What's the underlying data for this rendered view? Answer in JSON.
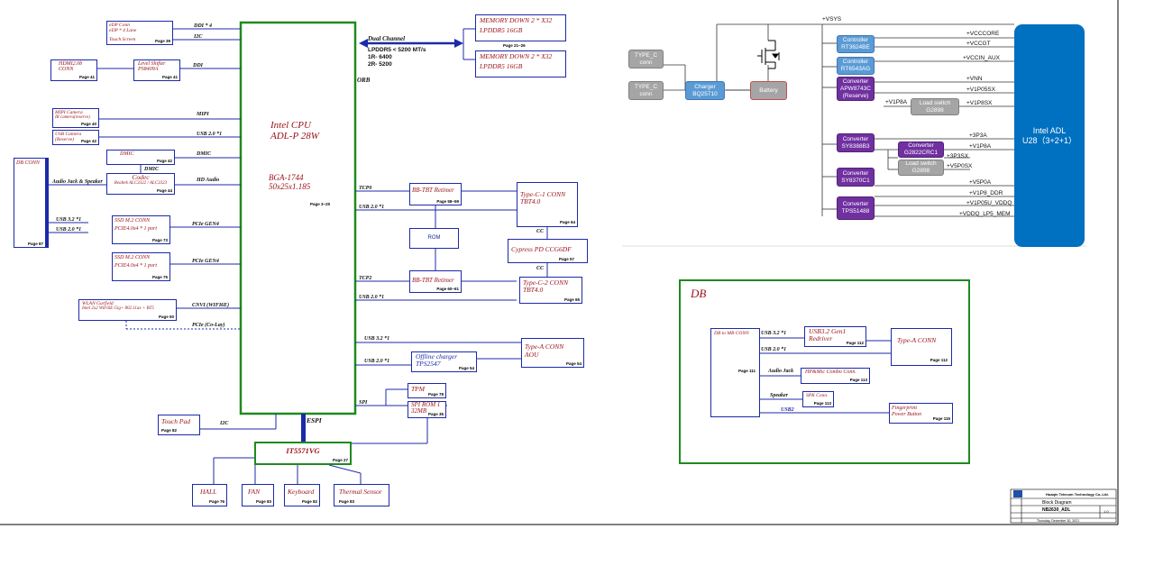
{
  "cpu": {
    "l1": "Intel CPU",
    "l2": "ADL-P 28W",
    "l3": "BGA-1744",
    "l4": "50x25x1.185",
    "page": "Page 3~20",
    "orb": "ORB"
  },
  "memory": {
    "mem1": {
      "l1": "MEMORY DOWN  2 * X32",
      "l2": "LPDDR5 16GB"
    },
    "mem2": {
      "l1": "MEMORY DOWN  2 * X32",
      "l2": "LPDDR5 16GB"
    },
    "page": "Page 21~26",
    "bus": "Dual Channel",
    "speed1": "LPDDR5 < 5200 MT/s",
    "speed2": "1R- 6400",
    "speed3": "2R- 5200"
  },
  "edp": {
    "l1": "eDP Conn",
    "l2": "eDP * 4 Lane",
    "l3": "Touch Screen",
    "page": "Page 39",
    "sig1": "DDI * 4",
    "sig2": "I2C"
  },
  "hdmi": {
    "l1": "HDMI2.0b",
    "l2": "CONN",
    "page": "Page 41"
  },
  "level": {
    "l1": "Level Shifter",
    "l2": "PS8409A",
    "page": "Page 41",
    "sig": "DDI"
  },
  "mipicam": {
    "l1": "MIPI Camera",
    "l2": "IR camera(reserve)",
    "page": "Page 40",
    "sig": "MIPI"
  },
  "usbcam": {
    "l1": "USB Camera",
    "l2": "(Reserve)",
    "page": "Page 42",
    "sig": "USB 2.0 *1"
  },
  "dmic": {
    "l1": "DMIC",
    "page": "Page 42",
    "sig": "DMIC",
    "sig2": "DMIC"
  },
  "codec": {
    "l1": "Codec",
    "l2": "Realtek ALC3322 / ALC3323",
    "page": "Page 44",
    "sig": "HD Audio"
  },
  "dbconn": {
    "l1": "DB CONN",
    "page": "Page 87",
    "sig1": "Audio Jack & Speaker",
    "sig2": "USB 3.2 *1",
    "sig3": "USB 2.0 *1"
  },
  "ssd1": {
    "l1": "SSD  M.2 CONN",
    "l2": "PCIE4.0x4 * 1 port",
    "page": "Page 73",
    "sig": "PCIe GEN4"
  },
  "ssd2": {
    "l1": "SSD  M.2 CONN",
    "l2": "PCIE4.0x4 * 1 port",
    "page": "Page 75",
    "sig": "PCIe GEN4"
  },
  "wlan": {
    "l1": "WLAN Garfield",
    "l2": "Intel 2x2 WiFi6E Gig+ 802.11ax + BT5",
    "page": "Page 50",
    "sig": "CNVI (WIFI6E)",
    "sig2": "PCIe (Co-Lay)"
  },
  "tbt1": {
    "l1": "BB-TBT Retimer",
    "page": "Page 58~59",
    "sig1": "TCP0",
    "sig2": "USB 2.0 *1"
  },
  "tbt2": {
    "l1": "BB-TBT Retimer",
    "page": "Page 60~61",
    "sig1": "TCP2",
    "sig2": "USB 2.0 *1"
  },
  "rom": {
    "l1": "ROM"
  },
  "typec1": {
    "l1": "Type-C-1 CONN",
    "l2": "TBT4.0",
    "page": "Page 64"
  },
  "typec2": {
    "l1": "Type-C-2 CONN",
    "l2": "TBT4.0",
    "page": "Page 65"
  },
  "cypress": {
    "l1": "Cypress PD CCG6DF",
    "page": "Page 57",
    "cc1": "CC",
    "cc2": "CC"
  },
  "typea": {
    "l1": "Type-A CONN",
    "l2": "AOU",
    "page": "Page 54",
    "sig": "USB 3.2 *1"
  },
  "offline": {
    "l1": "Offline charger",
    "l2": "TPS2547",
    "page": "Page 54",
    "sig": "USB 2.0 *1"
  },
  "tpm": {
    "l1": "TPM",
    "page": "Page 78",
    "sig": "SPI"
  },
  "spirom": {
    "l1": "SPI ROM 1",
    "l2": "32MB",
    "page": "Page 35"
  },
  "touchpad": {
    "l1": "Touch Pad",
    "page": "Page 82",
    "sig": "I2C"
  },
  "ec": {
    "l1": "IT5571VG",
    "page": "Page 27",
    "sig": "ESPI"
  },
  "hall": {
    "l1": "HALL",
    "page": "Page 76"
  },
  "fan": {
    "l1": "FAN",
    "page": "Page 83"
  },
  "keyboard": {
    "l1": "Keyboard",
    "page": "Page 82"
  },
  "thermal": {
    "l1": "Thermal Sensor",
    "page": "Page 83"
  },
  "power": {
    "vsys": "+VSYS",
    "typec_a": "TYPE_C conn",
    "typec_b": "TYPE_C conn",
    "charger": [
      "Charger",
      "BQ25710"
    ],
    "battery": "Battery",
    "ctrl1": [
      "Controller",
      "RT3624BE"
    ],
    "ctrl2": [
      "Controller",
      "RT6543AG"
    ],
    "conv1": [
      "Converter",
      "APW8743C",
      "(Reserve)"
    ],
    "load1": [
      "Load switch",
      "G2898"
    ],
    "conv2": [
      "Converter",
      "SY8388B3"
    ],
    "conv3": [
      "Converter",
      "G2822CRC1"
    ],
    "load2": [
      "Load switch",
      "G2898"
    ],
    "conv4": [
      "Converter",
      "SY8370C1"
    ],
    "conv5": [
      "Converter",
      "TPS51488"
    ],
    "cpu": [
      "Intel ADL",
      "U28（3+2+1）"
    ],
    "rails": {
      "vcccore": "+VCCCORE",
      "vccgt": "+VCCGT",
      "vccinaux": "+VCCIN_AUX",
      "vnn": "+VNN",
      "v1p05sx": "+V1P05SX",
      "v1p8a_in": "+V1P8A",
      "v1p8sx": "+V1P8SX",
      "v3p3a": "+3P3A",
      "v1p8a": "+V1P8A",
      "v3p3sx": "+3P3SX",
      "v5p0sx": "+V5P0SX",
      "v5p0a": "+V5P0A",
      "v1p8ddr": "+V1P8_DDR",
      "v1p05u": "+V1P05U_VDDQ",
      "vddq": "+VDDQ_LP5_MEM"
    }
  },
  "db": {
    "title": "DB",
    "conn": "DB to MB CONN",
    "page": "Page 111",
    "redriver": {
      "l1": "USB3.2 Gen1",
      "l2": "Redriver",
      "page": "Page 112",
      "sig": "USB 3.2 *1"
    },
    "typea": {
      "l1": "Type-A CONN",
      "page": "Page 112",
      "sig": "USB 2.0 *1"
    },
    "hp": {
      "l1": "HP&Mic Combo Conn.",
      "page": "Page 113",
      "sig": "Audio Jack"
    },
    "spk": {
      "l1": "SPK Conn.",
      "page": "Page 113",
      "sig": "Speaker"
    },
    "fp": {
      "l1": "Fingerprint",
      "l2": "Power Button",
      "page": "Page 115",
      "sig": "USB2"
    }
  },
  "titleblock": {
    "company": "Huaqin Telecom Technology Co.,Ltd.",
    "title": "Block Diagram",
    "project": "NB2630_ADL",
    "rev": "1.0",
    "date": "Thursday, December 30, 2021"
  }
}
